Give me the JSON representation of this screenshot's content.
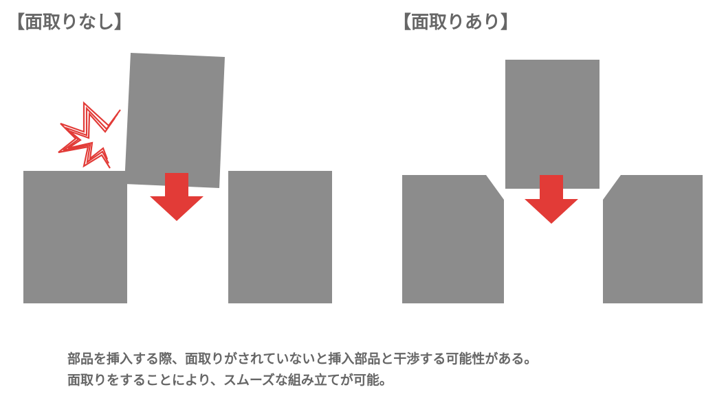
{
  "titles": {
    "left": "【面取りなし】",
    "right": "【面取りあり】"
  },
  "caption": {
    "line1": "部品を挿入する際、面取りがされていないと挿入部品と干渉する可能性がある。",
    "line2": "面取りをすることにより、スムーズな組み立てが可能。"
  },
  "colors": {
    "part": "#8c8c8c",
    "arrow": "#e23b37",
    "collision": "#e23b37",
    "text": "#666666"
  },
  "icons": {
    "collision": "collision-burst-icon",
    "arrow": "down-arrow-icon"
  }
}
